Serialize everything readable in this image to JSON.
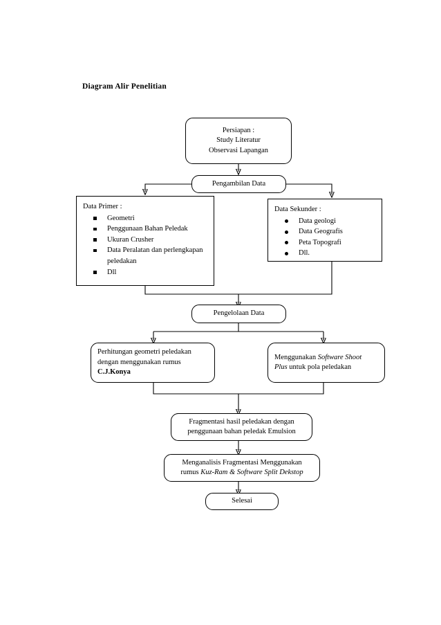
{
  "document": {
    "title": "Diagram Alir Penelitian"
  },
  "flowchart": {
    "type": "flowchart",
    "orientation": "top-to-bottom",
    "nodes": [
      {
        "id": "persiapan",
        "shape": "rounded-rectangle",
        "align": "center",
        "lines": [
          "Persiapan :",
          "Study Literatur",
          "Observasi Lapangan"
        ]
      },
      {
        "id": "pengambilan-data",
        "shape": "rounded-rectangle",
        "align": "center",
        "lines": [
          "Pengambilan Data"
        ]
      },
      {
        "id": "data-primer",
        "shape": "rectangle",
        "align": "left",
        "heading": "Data Primer :",
        "bullet": "square",
        "items": [
          "Geometri",
          "Penggunaan Bahan Peledak",
          "Ukuran Crusher",
          "Data Peralatan dan perlengkapan peledakan",
          "Dll"
        ]
      },
      {
        "id": "data-sekunder",
        "shape": "rectangle",
        "align": "left",
        "heading": "Data Sekunder :",
        "bullet": "disc",
        "items": [
          "Data geologi",
          "Data Geografis",
          "Peta Topografi",
          "Dll."
        ]
      },
      {
        "id": "pengelolaan-data",
        "shape": "rounded-rectangle",
        "align": "center",
        "lines": [
          "Pengelolaan Data"
        ]
      },
      {
        "id": "perhitungan-konya",
        "shape": "rounded-rectangle",
        "align": "left",
        "lines": [
          "Perhitungan geometri peledakan",
          "dengan menggunakan rumus",
          "C.J.Konya"
        ],
        "emphasis": {
          "line_index": 2,
          "style": "bold"
        }
      },
      {
        "id": "software-shoot-plus",
        "shape": "rounded-rectangle",
        "align": "left",
        "lines": [
          "Menggunakan Software Shoot",
          "Plus untuk pola peledakan"
        ],
        "emphasis": {
          "text": "Software Shoot Plus",
          "style": "italic"
        }
      },
      {
        "id": "fragmentasi",
        "shape": "rounded-rectangle",
        "align": "center",
        "lines": [
          "Fragmentasi hasil peledakan dengan",
          "penggunaan bahan peledak Emulsion"
        ]
      },
      {
        "id": "menganalisis",
        "shape": "rounded-rectangle",
        "align": "center",
        "lines": [
          "Menganalisis Fragmentasi Menggunakan",
          "rumus Kuz-Ram & Software Split Dekstop"
        ],
        "emphasis": {
          "text": "Kuz-Ram & Software Split Dekstop",
          "style": "italic"
        }
      },
      {
        "id": "selesai",
        "shape": "rounded-rectangle",
        "align": "center",
        "lines": [
          "Selesai"
        ]
      }
    ],
    "node_text": {
      "persiapan": {
        "l0": "Persiapan :",
        "l1": "Study Literatur",
        "l2": "Observasi Lapangan"
      },
      "pengambilan_data": {
        "l0": "Pengambilan Data"
      },
      "data_primer": {
        "heading": "Data Primer :",
        "i0": "Geometri",
        "i1": "Penggunaan Bahan Peledak",
        "i2": "Ukuran Crusher",
        "i3": "Data Peralatan dan perlengkapan peledakan",
        "i4": "Dll"
      },
      "data_sekunder": {
        "heading": "Data Sekunder :",
        "i0": "Data geologi",
        "i1": "Data Geografis",
        "i2": "Peta Topografi",
        "i3": "Dll."
      },
      "pengelolaan_data": {
        "l0": "Pengelolaan Data"
      },
      "perhitungan_konya": {
        "l0": "Perhitungan geometri peledakan",
        "l1": "dengan menggunakan rumus",
        "l2": "C.J.Konya"
      },
      "software_shoot_plus": {
        "l0a": "Menggunakan ",
        "l0b": "Software Shoot",
        "l1a": "Plus",
        "l1b": " untuk pola peledakan"
      },
      "fragmentasi": {
        "l0": "Fragmentasi hasil peledakan dengan",
        "l1": "penggunaan bahan peledak Emulsion"
      },
      "menganalisis": {
        "l0": "Menganalisis Fragmentasi Menggunakan",
        "l1a": "rumus ",
        "l1b": "Kuz-Ram & Software Split Dekstop"
      },
      "selesai": {
        "l0": "Selesai"
      }
    },
    "edges": [
      {
        "from": "persiapan",
        "to": "pengambilan-data",
        "style": "straight-arrow"
      },
      {
        "from": "pengambilan-data",
        "to": "data-primer",
        "style": "elbow-left-arrow"
      },
      {
        "from": "pengambilan-data",
        "to": "data-sekunder",
        "style": "elbow-right-arrow"
      },
      {
        "from": "data-primer",
        "to": "pengelolaan-data",
        "style": "merge-arrow"
      },
      {
        "from": "data-sekunder",
        "to": "pengelolaan-data",
        "style": "merge-arrow"
      },
      {
        "from": "pengelolaan-data",
        "to": "perhitungan-konya",
        "style": "elbow-left-arrow"
      },
      {
        "from": "pengelolaan-data",
        "to": "software-shoot-plus",
        "style": "elbow-right-arrow"
      },
      {
        "from": "perhitungan-konya",
        "to": "fragmentasi",
        "style": "merge-arrow"
      },
      {
        "from": "software-shoot-plus",
        "to": "fragmentasi",
        "style": "merge-arrow"
      },
      {
        "from": "fragmentasi",
        "to": "menganalisis",
        "style": "straight-arrow"
      },
      {
        "from": "menganalisis",
        "to": "selesai",
        "style": "straight-arrow"
      }
    ],
    "colors": {
      "stroke": "#000000",
      "fill": "#ffffff",
      "text": "#000000"
    }
  }
}
